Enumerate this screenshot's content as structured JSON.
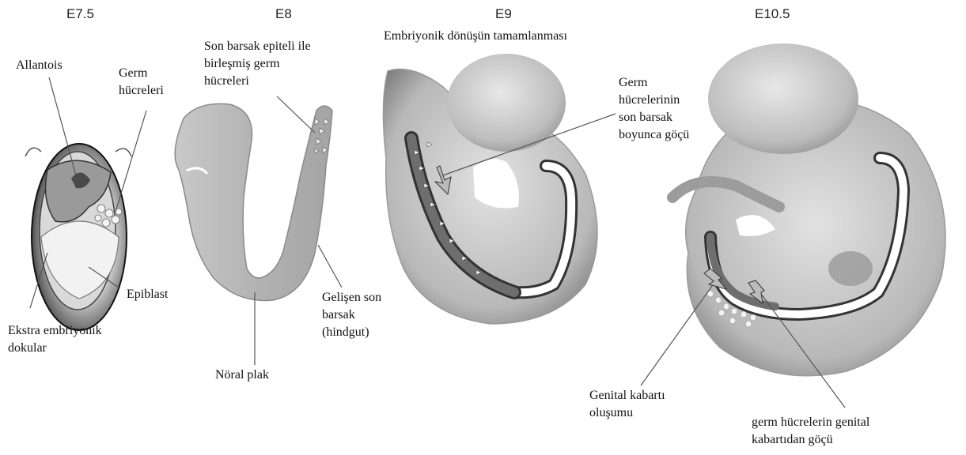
{
  "stages": {
    "e75": "E7.5",
    "e8": "E8",
    "e9": "E9",
    "e105": "E10.5"
  },
  "labels": {
    "allantois": "Allantois",
    "germ_cells": "Germ\nhücreleri",
    "epiblast": "Epiblast",
    "extra_embryonic": "Ekstra embriyonik\ndokular",
    "fused_germ_cells": "Son barsak epiteli ile\nbirleşmiş germ\nhücreleri",
    "developing_hindgut": "Gelişen son\nbarsak\n(hindgut)",
    "neural_plate": "Nöral plak",
    "turning_complete": "Embriyonik dönüşün tamamlanması",
    "hindgut_migration": "Germ\nhücrelerinin\nson barsak\nboyunca göçü",
    "genital_ridge_formation": "Genital kabartı\noluşumu",
    "ridge_migration": "germ hücrelerin genital\nkabartıdan göçü"
  },
  "colors": {
    "tissue_light": "#d6d6d6",
    "tissue_mid": "#a9a9a9",
    "tissue_dark": "#3a3a3a",
    "germ_cell": "#f2f2f2",
    "leader_line": "#555555"
  }
}
